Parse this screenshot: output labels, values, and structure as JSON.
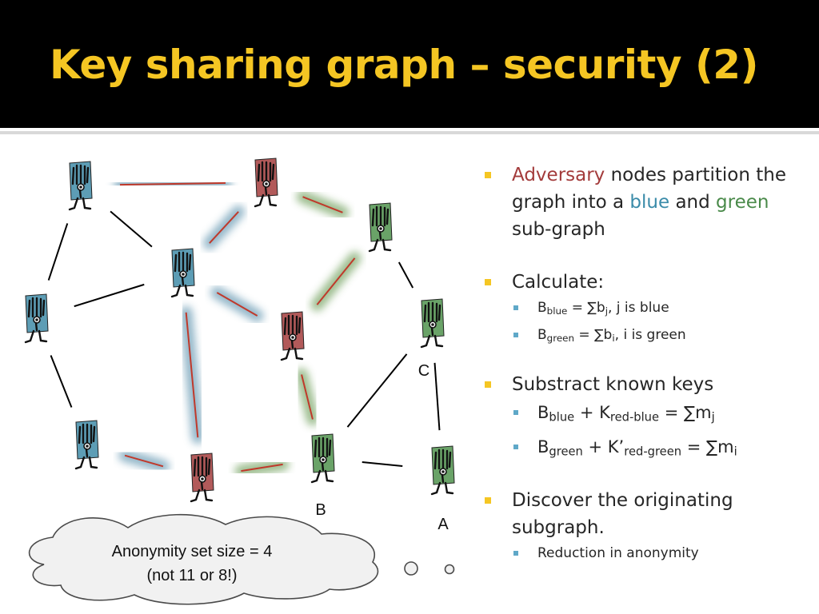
{
  "title": "Key sharing graph – security (2)",
  "colors": {
    "title": "#f5c623",
    "blue_node": "#5d9db5",
    "red_node": "#b25a5a",
    "green_node": "#6aa368",
    "blue_halo": "#8eb3c6",
    "green_halo": "#98ba89",
    "red_edge": "#c0392b",
    "bullet": "#f5c623",
    "sub_bullet": "#5fa8c8"
  },
  "diagram": {
    "nodes": [
      {
        "id": "n1",
        "group": "blue"
      },
      {
        "id": "n2",
        "group": "red"
      },
      {
        "id": "n3",
        "group": "green"
      },
      {
        "id": "n4",
        "group": "blue"
      },
      {
        "id": "n5",
        "group": "blue"
      },
      {
        "id": "n6",
        "group": "red"
      },
      {
        "id": "n7",
        "group": "green",
        "label": "C"
      },
      {
        "id": "n8",
        "group": "blue"
      },
      {
        "id": "n9",
        "group": "red"
      },
      {
        "id": "n10",
        "group": "green",
        "label": "B"
      },
      {
        "id": "n11",
        "group": "green",
        "label": "A"
      }
    ],
    "edges": [
      {
        "from": "n1",
        "to": "n2",
        "type": "blue-red"
      },
      {
        "from": "n2",
        "to": "n3",
        "type": "green-red"
      },
      {
        "from": "n4",
        "to": "n2",
        "type": "blue-red"
      },
      {
        "from": "n4",
        "to": "n6",
        "type": "blue-red"
      },
      {
        "from": "n4",
        "to": "n9",
        "type": "blue-red"
      },
      {
        "from": "n6",
        "to": "n3",
        "type": "green-red"
      },
      {
        "from": "n6",
        "to": "n10",
        "type": "green-red"
      },
      {
        "from": "n8",
        "to": "n9",
        "type": "blue-red"
      },
      {
        "from": "n9",
        "to": "n10",
        "type": "green-red"
      },
      {
        "from": "n1",
        "to": "n5",
        "type": "plain"
      },
      {
        "from": "n1",
        "to": "n4",
        "type": "plain"
      },
      {
        "from": "n5",
        "to": "n4",
        "type": "plain"
      },
      {
        "from": "n5",
        "to": "n8",
        "type": "plain"
      },
      {
        "from": "n3",
        "to": "n7",
        "type": "plain"
      },
      {
        "from": "n7",
        "to": "n10",
        "type": "plain"
      },
      {
        "from": "n7",
        "to": "n11",
        "type": "plain"
      },
      {
        "from": "n10",
        "to": "n11",
        "type": "plain"
      }
    ],
    "callout": {
      "line1": "Anonymity set size = 4",
      "line2": "(not 11 or 8!)"
    }
  },
  "bullets": {
    "b1": {
      "adversary": "Adversary",
      "t1": " nodes partition the graph into a ",
      "blue": "blue",
      "t2": " and ",
      "green": "green",
      "t3": " sub-graph"
    },
    "b2": {
      "text": "Calculate:",
      "s1": {
        "a": "B",
        "sub1": "blue",
        "b": " = ∑b",
        "sub2": "j",
        "c": ", j is blue"
      },
      "s2": {
        "a": "B",
        "sub1": "green",
        "b": " = ∑b",
        "sub2": "i",
        "c": ", i is green"
      }
    },
    "b3": {
      "text": "Substract known keys",
      "s1": {
        "a": "B",
        "sub1": "blue",
        "b": " + K",
        "sub2": "red-blue",
        "c": " = ∑m",
        "sub3": "j"
      },
      "s2": {
        "a": "B",
        "sub1": "green",
        "b": " + K’",
        "sub2": "red-green",
        "c": " = ∑m",
        "sub3": "i"
      }
    },
    "b4": {
      "text": "Discover the originating subgraph.",
      "s1": "Reduction in anonymity"
    }
  }
}
